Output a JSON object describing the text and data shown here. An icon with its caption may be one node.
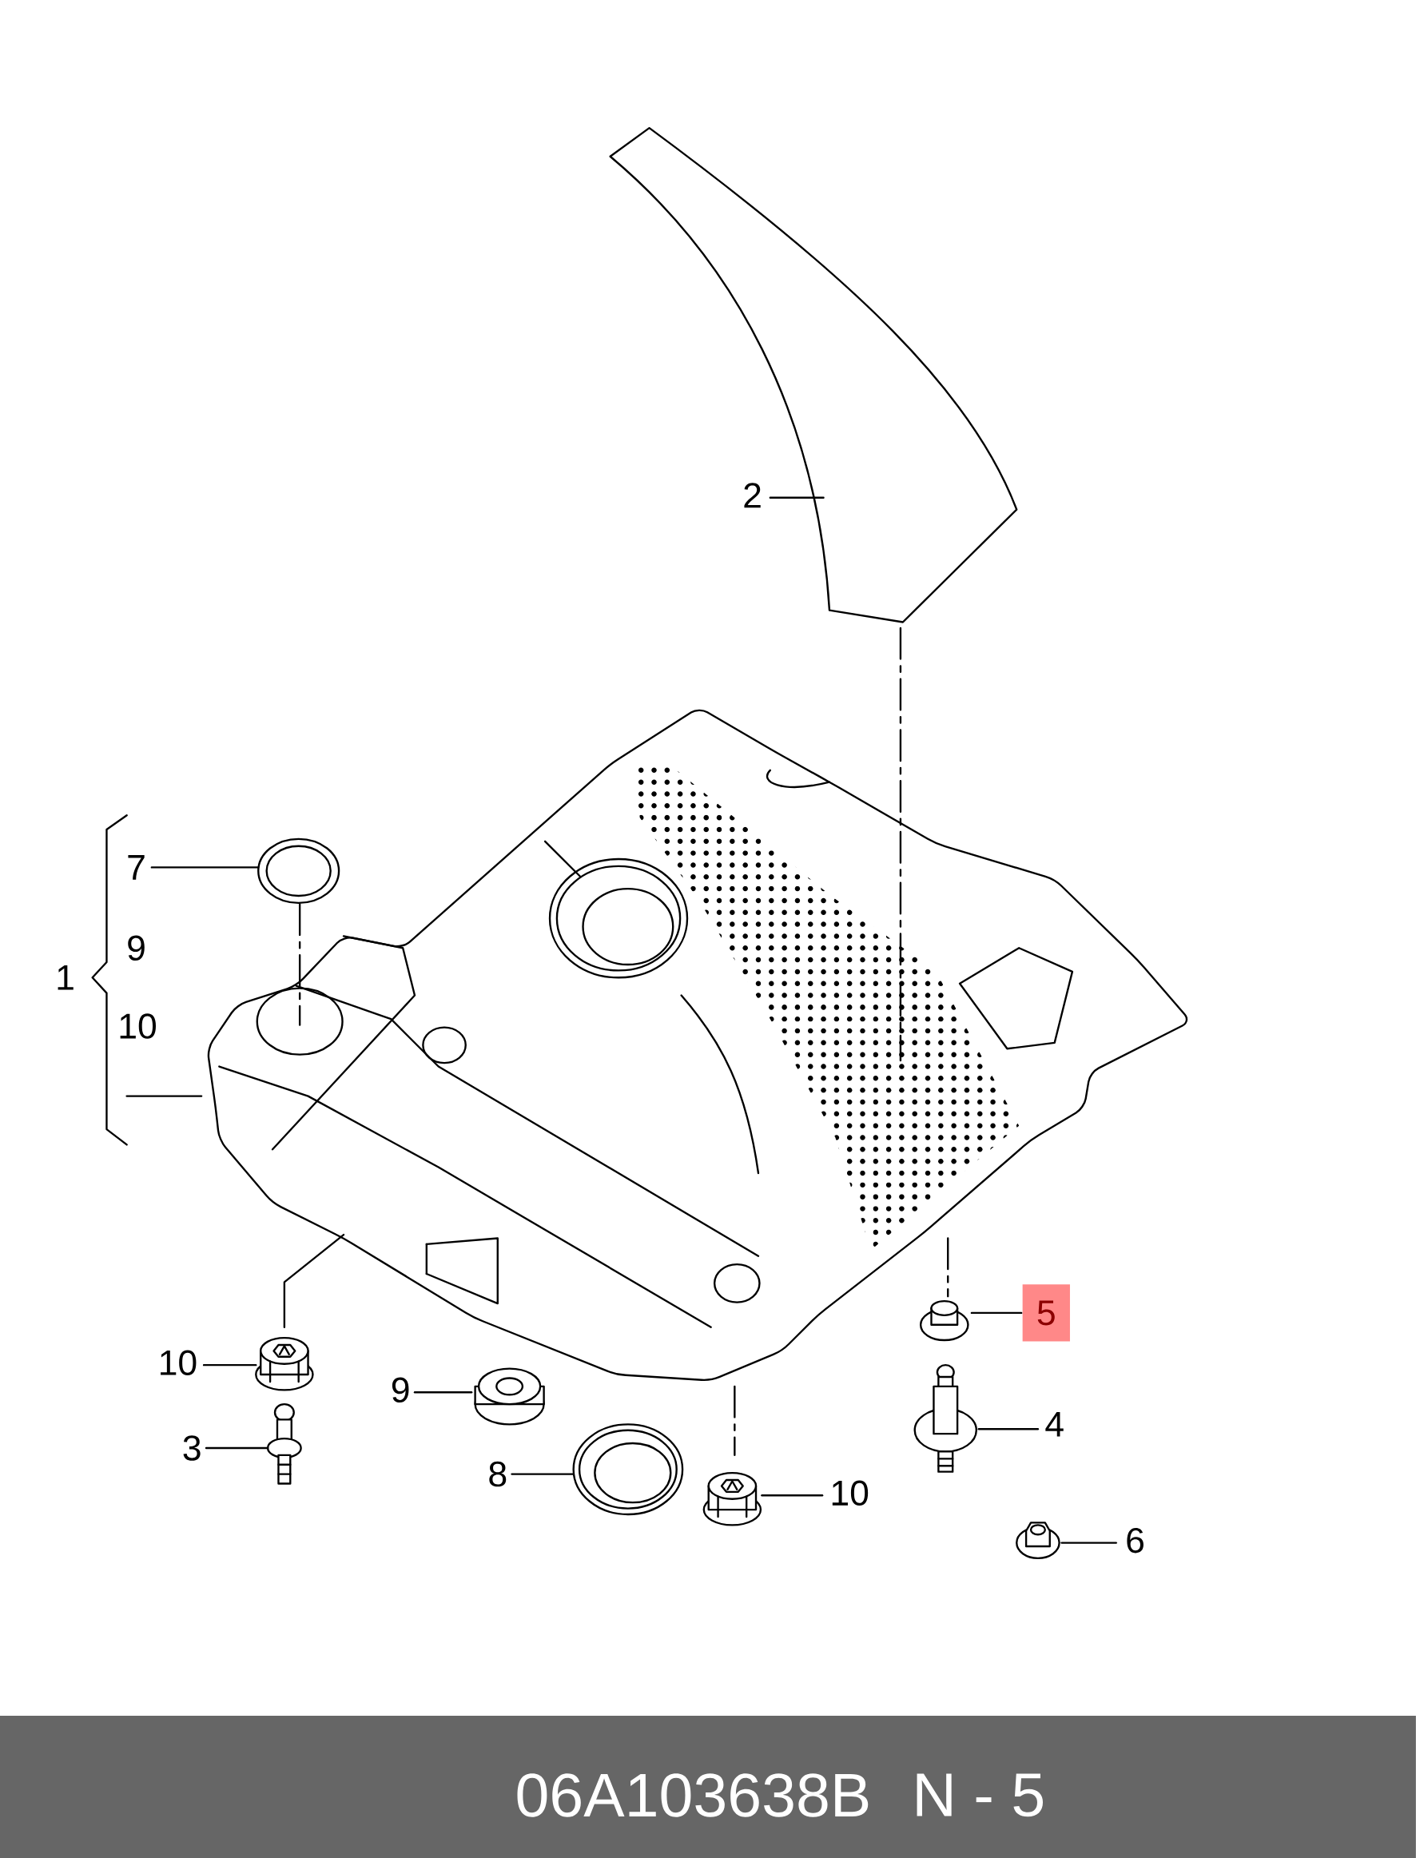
{
  "diagram": {
    "nodes": [
      {
        "text": [
          "2"
        ]
      },
      {
        "text": [],
        "shape": "picture"
      },
      {
        "text": [
          "7"
        ]
      },
      {
        "text": [],
        "shape": "picture"
      },
      {
        "text": [],
        "shape": "picture"
      },
      {
        "text": [
          "10"
        ]
      },
      {
        "text": [],
        "shape": "picture"
      },
      {
        "text": [
          "3"
        ]
      },
      {
        "text": [],
        "shape": "picture"
      },
      {
        "text": [
          "9"
        ]
      },
      {
        "text": [],
        "shape": "picture"
      },
      {
        "text": [
          "8"
        ]
      },
      {
        "text": [],
        "shape": "picture"
      },
      {
        "text": [
          "10"
        ]
      },
      {
        "text": [],
        "shape": "picture"
      },
      {
        "text": [
          "5"
        ]
      },
      {
        "text": [],
        "shape": "picture"
      },
      {
        "text": [
          "4"
        ]
      },
      {
        "text": [],
        "shape": "picture"
      },
      {
        "text": [
          "6"
        ]
      },
      {
        "text": [],
        "shape": "picture"
      },
      {
        "text": [
          "1"
        ]
      }
    ],
    "edges": [
      {
        "from": 0,
        "to": 1,
        "arrow": "none"
      },
      {
        "from": 2,
        "to": 3,
        "arrow": "none"
      },
      {
        "from": 21,
        "to": 4,
        "arrow": "none"
      },
      {
        "from": 5,
        "to": 6,
        "arrow": "none"
      },
      {
        "from": 7,
        "to": 8,
        "arrow": "none"
      },
      {
        "from": 9,
        "to": 10,
        "arrow": "none"
      },
      {
        "from": 11,
        "to": 12,
        "arrow": "none"
      },
      {
        "from": 13,
        "to": 14,
        "arrow": "none"
      },
      {
        "from": 15,
        "to": 16,
        "arrow": "none"
      },
      {
        "from": 17,
        "to": 18,
        "arrow": "none"
      },
      {
        "from": 19,
        "to": 20,
        "arrow": "none"
      },
      {
        "from": 1,
        "to": 4,
        "arrow": "none",
        "style": "dashed"
      },
      {
        "from": 3,
        "to": 4,
        "arrow": "none",
        "style": "dashed"
      },
      {
        "from": 4,
        "to": 6,
        "arrow": "none"
      },
      {
        "from": 4,
        "to": 14,
        "arrow": "none",
        "style": "dashed"
      },
      {
        "from": 4,
        "to": 16,
        "arrow": "none",
        "style": "dashed"
      }
    ],
    "labels": [
      "9",
      "10",
      "06A103638B",
      "N - 5"
    ]
  }
}
